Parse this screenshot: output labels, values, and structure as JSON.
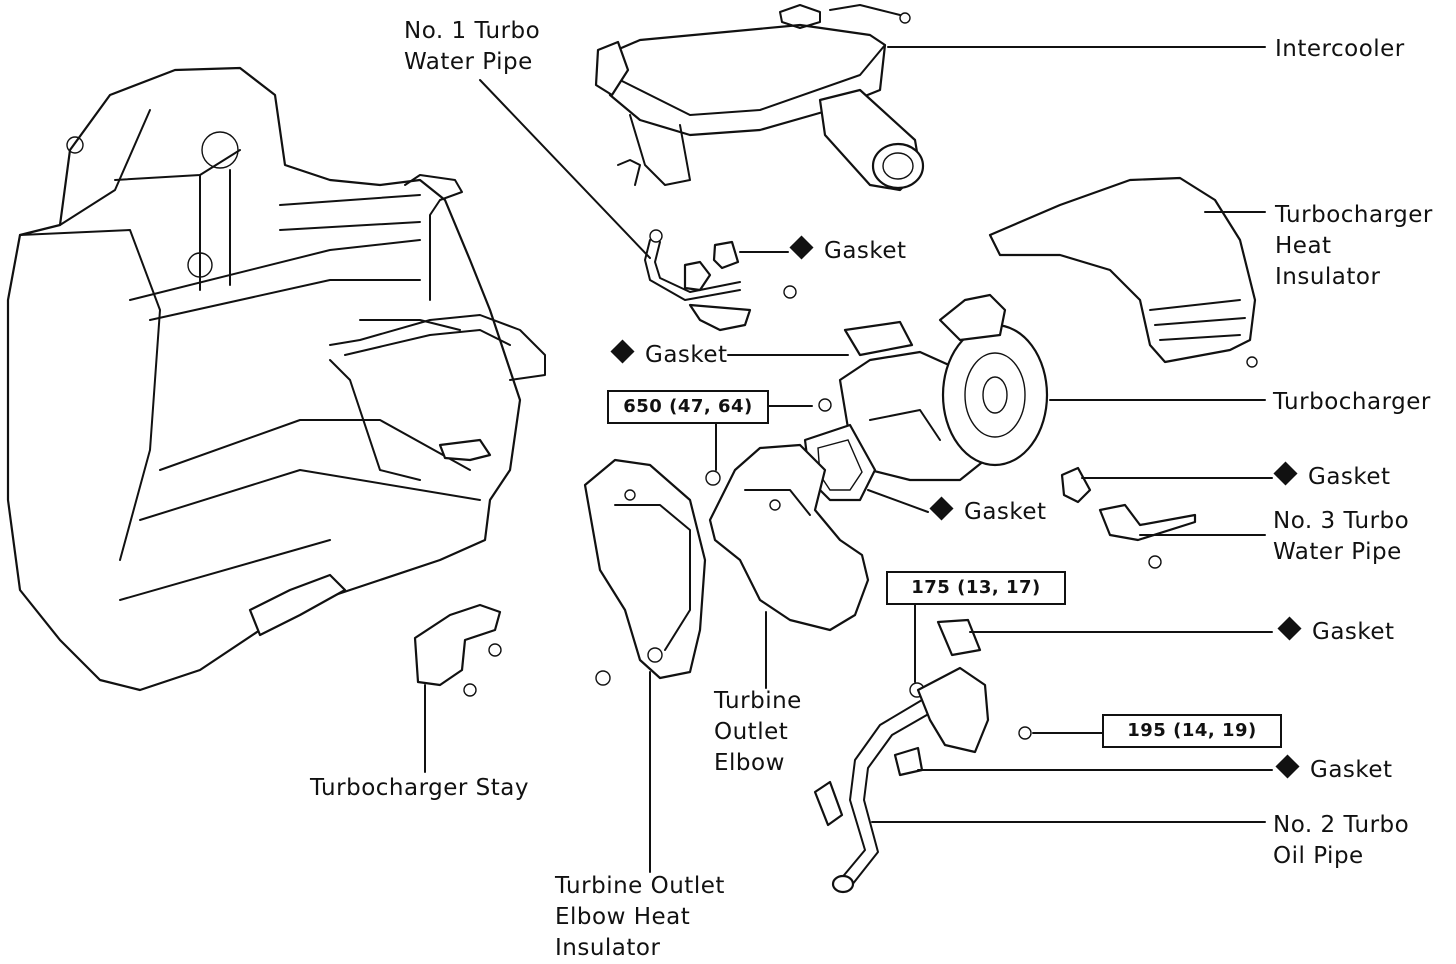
{
  "labels": {
    "intercooler": "Intercooler",
    "no1_water_pipe": [
      "No. 1 Turbo",
      "Water Pipe"
    ],
    "turbo_heat_insulator": [
      "Turbocharger",
      "Heat",
      "Insulator"
    ],
    "turbocharger": "Turbocharger",
    "no3_water_pipe": [
      "No. 3 Turbo",
      "Water Pipe"
    ],
    "turbine_outlet_elbow": [
      "Turbine",
      "Outlet",
      "Elbow"
    ],
    "turbine_outlet_elbow_heat_insulator": [
      "Turbine Outlet",
      "Elbow Heat",
      "Insulator"
    ],
    "turbocharger_stay": "Turbocharger Stay",
    "no2_oil_pipe": [
      "No. 2 Turbo",
      "Oil Pipe"
    ],
    "gasket": "Gasket"
  },
  "torque_specs": {
    "spec_650": "650 (47, 64)",
    "spec_175": "175 (13, 17)",
    "spec_195": "195 (14, 19)"
  }
}
